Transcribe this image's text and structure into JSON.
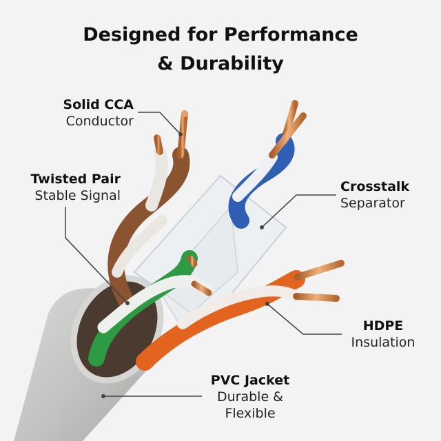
{
  "title": {
    "line1": "Designed for Performance",
    "line2": "& Durability"
  },
  "callouts": {
    "solid_cca": {
      "strong": "Solid CCA",
      "sub": "Conductor"
    },
    "twisted_pair": {
      "strong": "Twisted Pair",
      "sub": "Stable Signal"
    },
    "crosstalk": {
      "strong": "Crosstalk",
      "sub": "Separator"
    },
    "hdpe": {
      "strong": "HDPE",
      "sub": "Insulation"
    },
    "pvc_jacket": {
      "strong": "PVC Jacket",
      "sub1": "Durable &",
      "sub2": "Flexible"
    }
  },
  "colors": {
    "background": "#f3f3f3",
    "jacket": "#c9cac8",
    "brown": "#8a5430",
    "blue": "#2f5fb3",
    "green": "#2f9a44",
    "orange": "#e2641f",
    "copper": "#c98148"
  }
}
